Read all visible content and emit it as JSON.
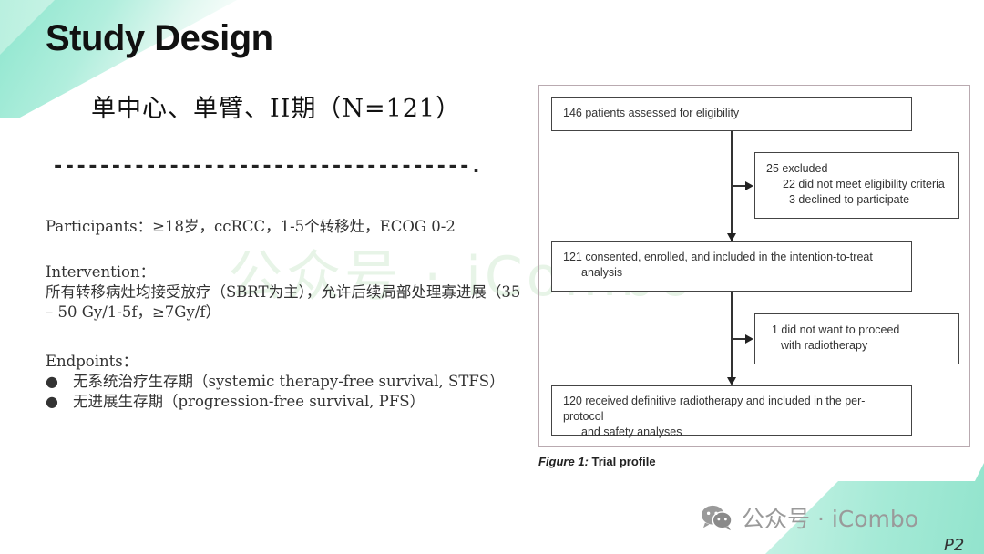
{
  "slide": {
    "title": "Study Design",
    "subtitle": "单中心、单臂、II期（N=121）",
    "divider": "------------------------------------.",
    "participants": "Participants：≥18岁，ccRCC，1-5个转移灶，ECOG 0-2",
    "intervention": {
      "label": "Intervention：",
      "text": "所有转移病灶均接受放疗（SBRT为主），允许后续局部处理寡进展（35 – 50 Gy/1-5f，≥7Gy/f）"
    },
    "endpoints": {
      "label": "Endpoints：",
      "items": [
        {
          "bullet": "●",
          "text": "无系统治疗生存期（systemic therapy-free survival, STFS）"
        },
        {
          "bullet": "●",
          "text": "无进展生存期（progression-free survival, PFS）"
        }
      ]
    },
    "page_number": "P2"
  },
  "figure": {
    "boxes": {
      "assessed": "146 patients assessed for eligibility",
      "excluded": {
        "head": "25 excluded",
        "lines": [
          "22 did not meet eligibility criteria",
          "3 declined to participate"
        ]
      },
      "enrolled": {
        "line1": "121 consented, enrolled, and included in the intention-to-treat",
        "line2": "analysis"
      },
      "withdrew": {
        "line1": "1 did not want to proceed",
        "line2": "with radiotherapy"
      },
      "received": {
        "line1": "120 received definitive radiotherapy and included in the per-protocol",
        "line2": "and safety analyses"
      }
    },
    "caption_label": "Figure 1:",
    "caption_text": " Trial profile"
  },
  "watermark": {
    "center_text": "公众号 · iCombo",
    "corner_text": "公众号 · iCombo",
    "icon": "wechat-icon"
  }
}
